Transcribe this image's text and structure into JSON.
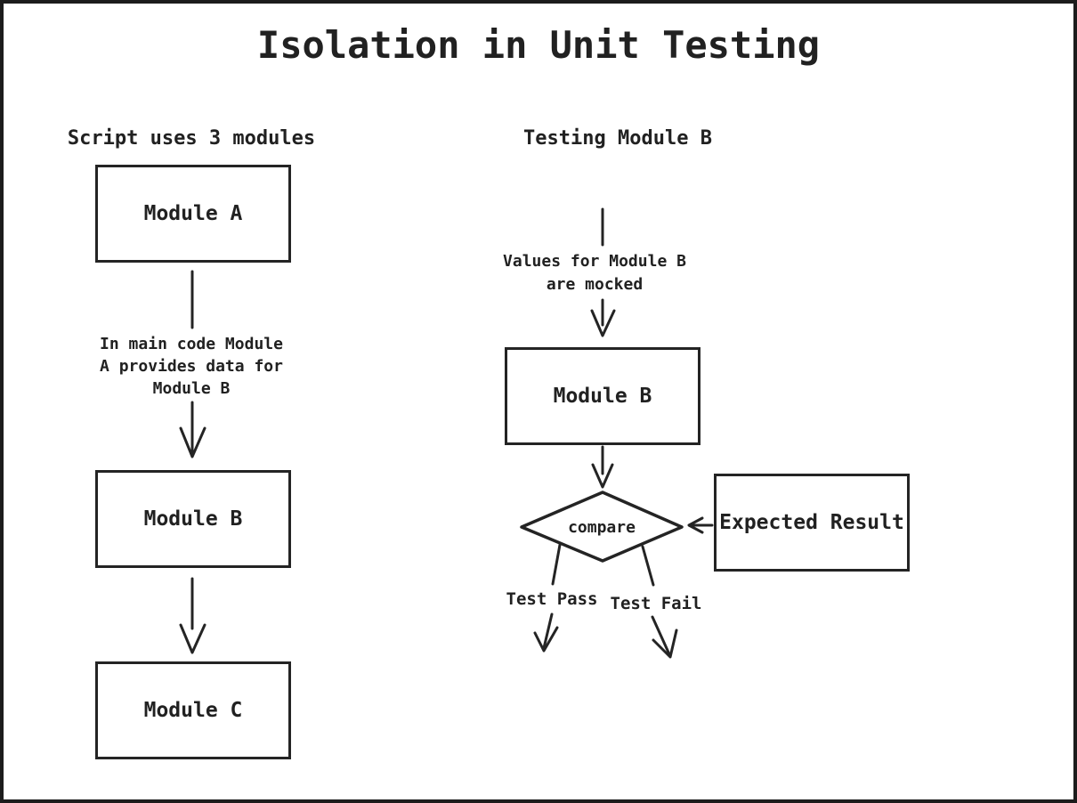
{
  "title": "Isolation in Unit Testing",
  "colors": {
    "ink": "#242424",
    "background": "#ffffff",
    "border": "#1c1c1c"
  },
  "left_panel": {
    "heading": "Script uses 3 modules",
    "boxes": [
      {
        "label": "Module A"
      },
      {
        "label": "Module B"
      },
      {
        "label": "Module C"
      }
    ],
    "edge_note": "In main code Module\nA provides data for\nModule B"
  },
  "right_panel": {
    "heading": "Testing Module B",
    "input_note": "Values for Module B\nare mocked",
    "module_box": "Module B",
    "decision_label": "compare",
    "expected_box": "Expected Result",
    "outcomes": [
      {
        "label": "Test Pass"
      },
      {
        "label": "Test Fail"
      }
    ]
  }
}
